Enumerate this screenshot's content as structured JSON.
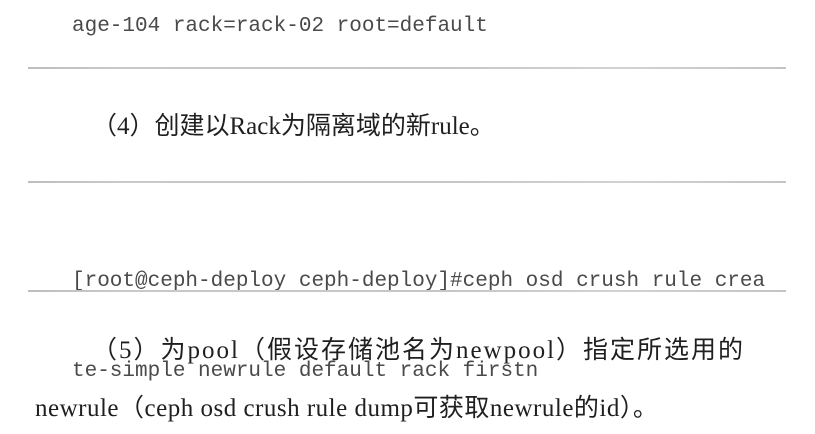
{
  "page": {
    "background_color": "#ffffff",
    "divider_color": "#c7c7c9",
    "code_text_color": "#4a4a4a",
    "body_text_color": "#1f1f1f"
  },
  "code_block_1": {
    "lines": [
      "age-104 rack=rack-02 root=default"
    ]
  },
  "paragraph_4": {
    "text": "（4）创建以Rack为隔离域的新rule。"
  },
  "code_block_2": {
    "lines": [
      "[root@ceph-deploy ceph-deploy]#ceph osd crush rule crea",
      "te-simple newrule default rack firstn"
    ]
  },
  "paragraph_5": {
    "line1": "（5）为pool（假设存储池名为newpool）指定所选用的",
    "line2": "newrule（ceph osd crush rule dump可获取newrule的id）。"
  }
}
